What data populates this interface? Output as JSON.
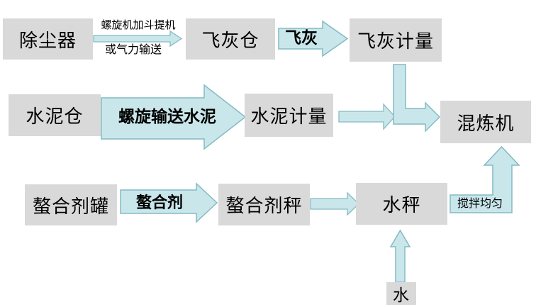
{
  "diagram": {
    "nodes": [
      {
        "id": "dust-collector",
        "label": "除尘器"
      },
      {
        "id": "fly-ash-silo",
        "label": "飞灰仓"
      },
      {
        "id": "fly-ash-metering",
        "label": "飞灰计量"
      },
      {
        "id": "cement-silo",
        "label": "水泥仓"
      },
      {
        "id": "cement-metering",
        "label": "水泥计量"
      },
      {
        "id": "mixer",
        "label": "混炼机"
      },
      {
        "id": "chelator-tank",
        "label": "螯合剂罐"
      },
      {
        "id": "chelator-scale",
        "label": "螯合剂秤"
      },
      {
        "id": "water-scale",
        "label": "水秤"
      },
      {
        "id": "water",
        "label": "水"
      }
    ],
    "edge_labels": {
      "screw_bucket": "螺旋机加斗提机",
      "pneumatic": "或气力输送",
      "fly_ash": "飞灰",
      "screw_convey_cement": "螺旋输送水泥",
      "chelator": "螯合剂",
      "mix_evenly": "搅拌均匀"
    },
    "colors": {
      "node_fill": "#d9d9d9",
      "arrow_fill": "#c9e7eb",
      "arrow_stroke": "#84bac3",
      "text": "#000000",
      "background": "#ffffff"
    }
  }
}
